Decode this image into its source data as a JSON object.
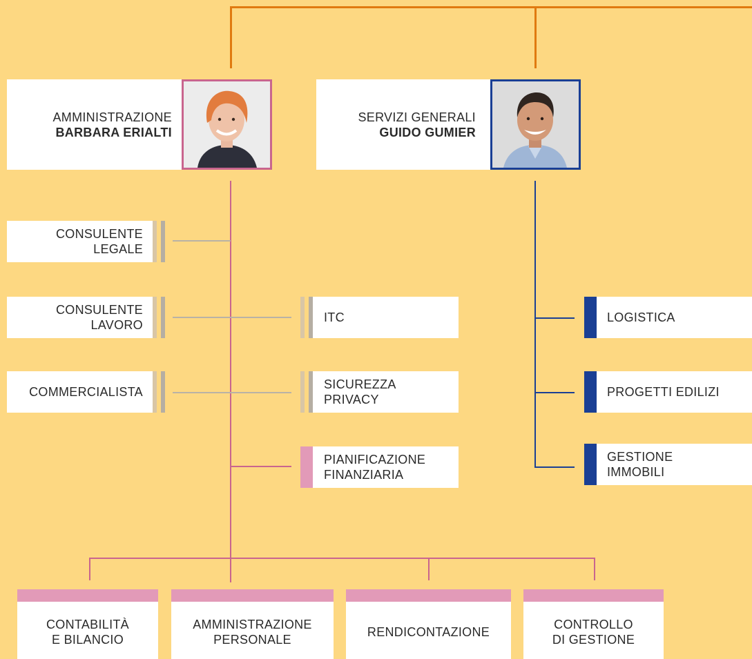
{
  "colors": {
    "background": "#fdd882",
    "orange_line": "#e07a10",
    "pink": "#c9658e",
    "pink_light": "#e29ab8",
    "blue": "#1a3f94",
    "grey_line": "#b9b2a6",
    "grey_bar": "#b5aea3",
    "tan_bar": "#d9c6a5"
  },
  "managers": [
    {
      "role": "AMMINISTRAZIONE",
      "name": "BARBARA ERIALTI",
      "photo": "woman-portrait"
    },
    {
      "role": "SERVIZI GENERALI",
      "name": "GUIDO GUMIER",
      "photo": "man-portrait"
    }
  ],
  "external": [
    {
      "line1": "CONSULENTE",
      "line2": "LEGALE"
    },
    {
      "line1": "CONSULENTE",
      "line2": "LAVORO"
    },
    {
      "line1": "COMMERCIALISTA",
      "line2": ""
    }
  ],
  "staff": [
    {
      "line1": "ITC",
      "line2": ""
    },
    {
      "line1": "SICUREZZA",
      "line2": "PRIVACY"
    },
    {
      "line1": "PIANIFICAZIONE",
      "line2": "FINANZIARIA"
    }
  ],
  "services": [
    {
      "line1": "LOGISTICA",
      "line2": ""
    },
    {
      "line1": "PROGETTI EDILIZI",
      "line2": ""
    },
    {
      "line1": "GESTIONE",
      "line2": "IMMOBILI"
    }
  ],
  "units": [
    {
      "line1": "CONTABILITÀ",
      "line2": "E BILANCIO"
    },
    {
      "line1": "AMMINISTRAZIONE",
      "line2": "PERSONALE"
    },
    {
      "line1": "RENDICONTAZIONE",
      "line2": ""
    },
    {
      "line1": "CONTROLLO",
      "line2": "DI GESTIONE"
    }
  ]
}
